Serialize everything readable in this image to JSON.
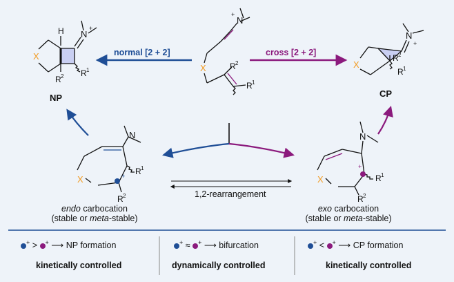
{
  "arrows": {
    "normal": "normal [2 + 2]",
    "cross": "cross [2 + 2]",
    "rearrangement": "1,2-rearrangement"
  },
  "products": {
    "np": "NP",
    "cp": "CP"
  },
  "intermediates": {
    "endo_italic": "endo",
    "endo_rest": " carbocation",
    "endo_sub_a": "(stable or ",
    "endo_sub_italic": "meta",
    "endo_sub_b": "-stable)",
    "exo_italic": "exo",
    "exo_rest": " carbocation",
    "exo_sub_a": "(stable or ",
    "exo_sub_italic": "meta",
    "exo_sub_b": "-stable)"
  },
  "atoms": {
    "x": "X",
    "n": "N",
    "plus": "+",
    "r1": "R",
    "r1_sup": "1",
    "r2": "R",
    "r2_sup": "2",
    "h": "H"
  },
  "summary": [
    {
      "compare": ">",
      "result": "NP formation",
      "control": "kinetically controlled"
    },
    {
      "compare": "≈",
      "result": "bifurcation",
      "control": "dynamically controlled"
    },
    {
      "compare": "<",
      "result": "CP formation",
      "control": "kinetically controlled"
    }
  ],
  "colors": {
    "blue": "#1f4e96",
    "purple": "#8b1a7d",
    "orange": "#f29a1f",
    "bond_highlight": "#c9cff2",
    "background": "#eef3f9"
  }
}
